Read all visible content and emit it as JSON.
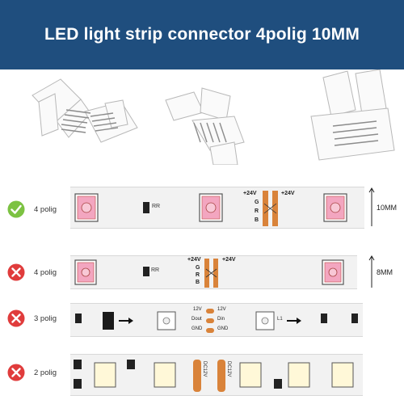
{
  "banner": {
    "title": "LED light strip connector 4polig 10MM",
    "background_color": "#1f4e7e"
  },
  "rows": [
    {
      "status": "check-icon",
      "status_color": "#7cc242",
      "label": "4 polig",
      "width_label": "10MM",
      "pad_labels": {
        "top_left": "+24V",
        "top_right": "+24V",
        "g": "G",
        "r": "R",
        "b": "B"
      },
      "resistor_label": "RR"
    },
    {
      "status": "cross-icon",
      "status_color": "#e03c3c",
      "label": "4 polig",
      "width_label": "8MM",
      "pad_labels": {
        "top_left": "+24V",
        "top_right": "+24V",
        "g": "G",
        "r": "R",
        "b": "B"
      },
      "resistor_label": "RR"
    },
    {
      "status": "cross-icon",
      "status_color": "#e03c3c",
      "label": "3 polig",
      "pad_labels": {
        "v": "12V",
        "din": "Dout",
        "dout": "Din",
        "gnd": "GND",
        "gnd2": "GND",
        "v2": "12V"
      },
      "chip_label": "L1"
    },
    {
      "status": "cross-icon",
      "status_color": "#e03c3c",
      "label": "2 polig",
      "pad_labels": {
        "a": "DC12V",
        "b": "DC12V"
      }
    }
  ],
  "colors": {
    "strip_bg": "#f2f2f2",
    "pad_copper": "#d9833a",
    "led_pink": "#f3a6c0",
    "led_white": "#fff8d8"
  }
}
